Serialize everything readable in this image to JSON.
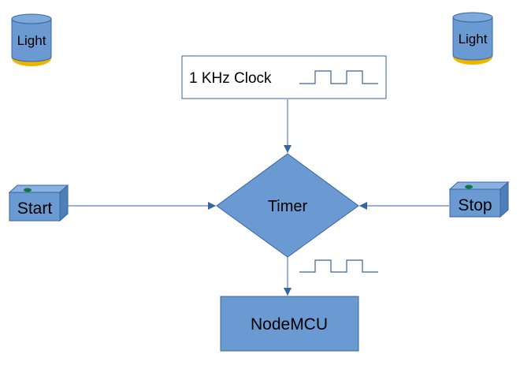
{
  "colors": {
    "node_fill": "#6a9ad1",
    "node_stroke": "#3465a4",
    "edge": "#3465a4",
    "light_base": "#f0b400",
    "led": "#107a3a",
    "clock_box_border": "#3465a4",
    "waveform": "#3465a4"
  },
  "nodes": {
    "light_left": {
      "label": "Light"
    },
    "light_right": {
      "label": "Light"
    },
    "clock": {
      "label": "1 KHz Clock"
    },
    "timer": {
      "label": "Timer"
    },
    "start": {
      "label": "Start"
    },
    "stop": {
      "label": "Stop"
    },
    "nodemcu": {
      "label": "NodeMCU"
    }
  },
  "edges": [
    {
      "from": "clock",
      "to": "timer"
    },
    {
      "from": "start",
      "to": "timer"
    },
    {
      "from": "stop",
      "to": "timer"
    },
    {
      "from": "timer",
      "to": "nodemcu"
    }
  ]
}
